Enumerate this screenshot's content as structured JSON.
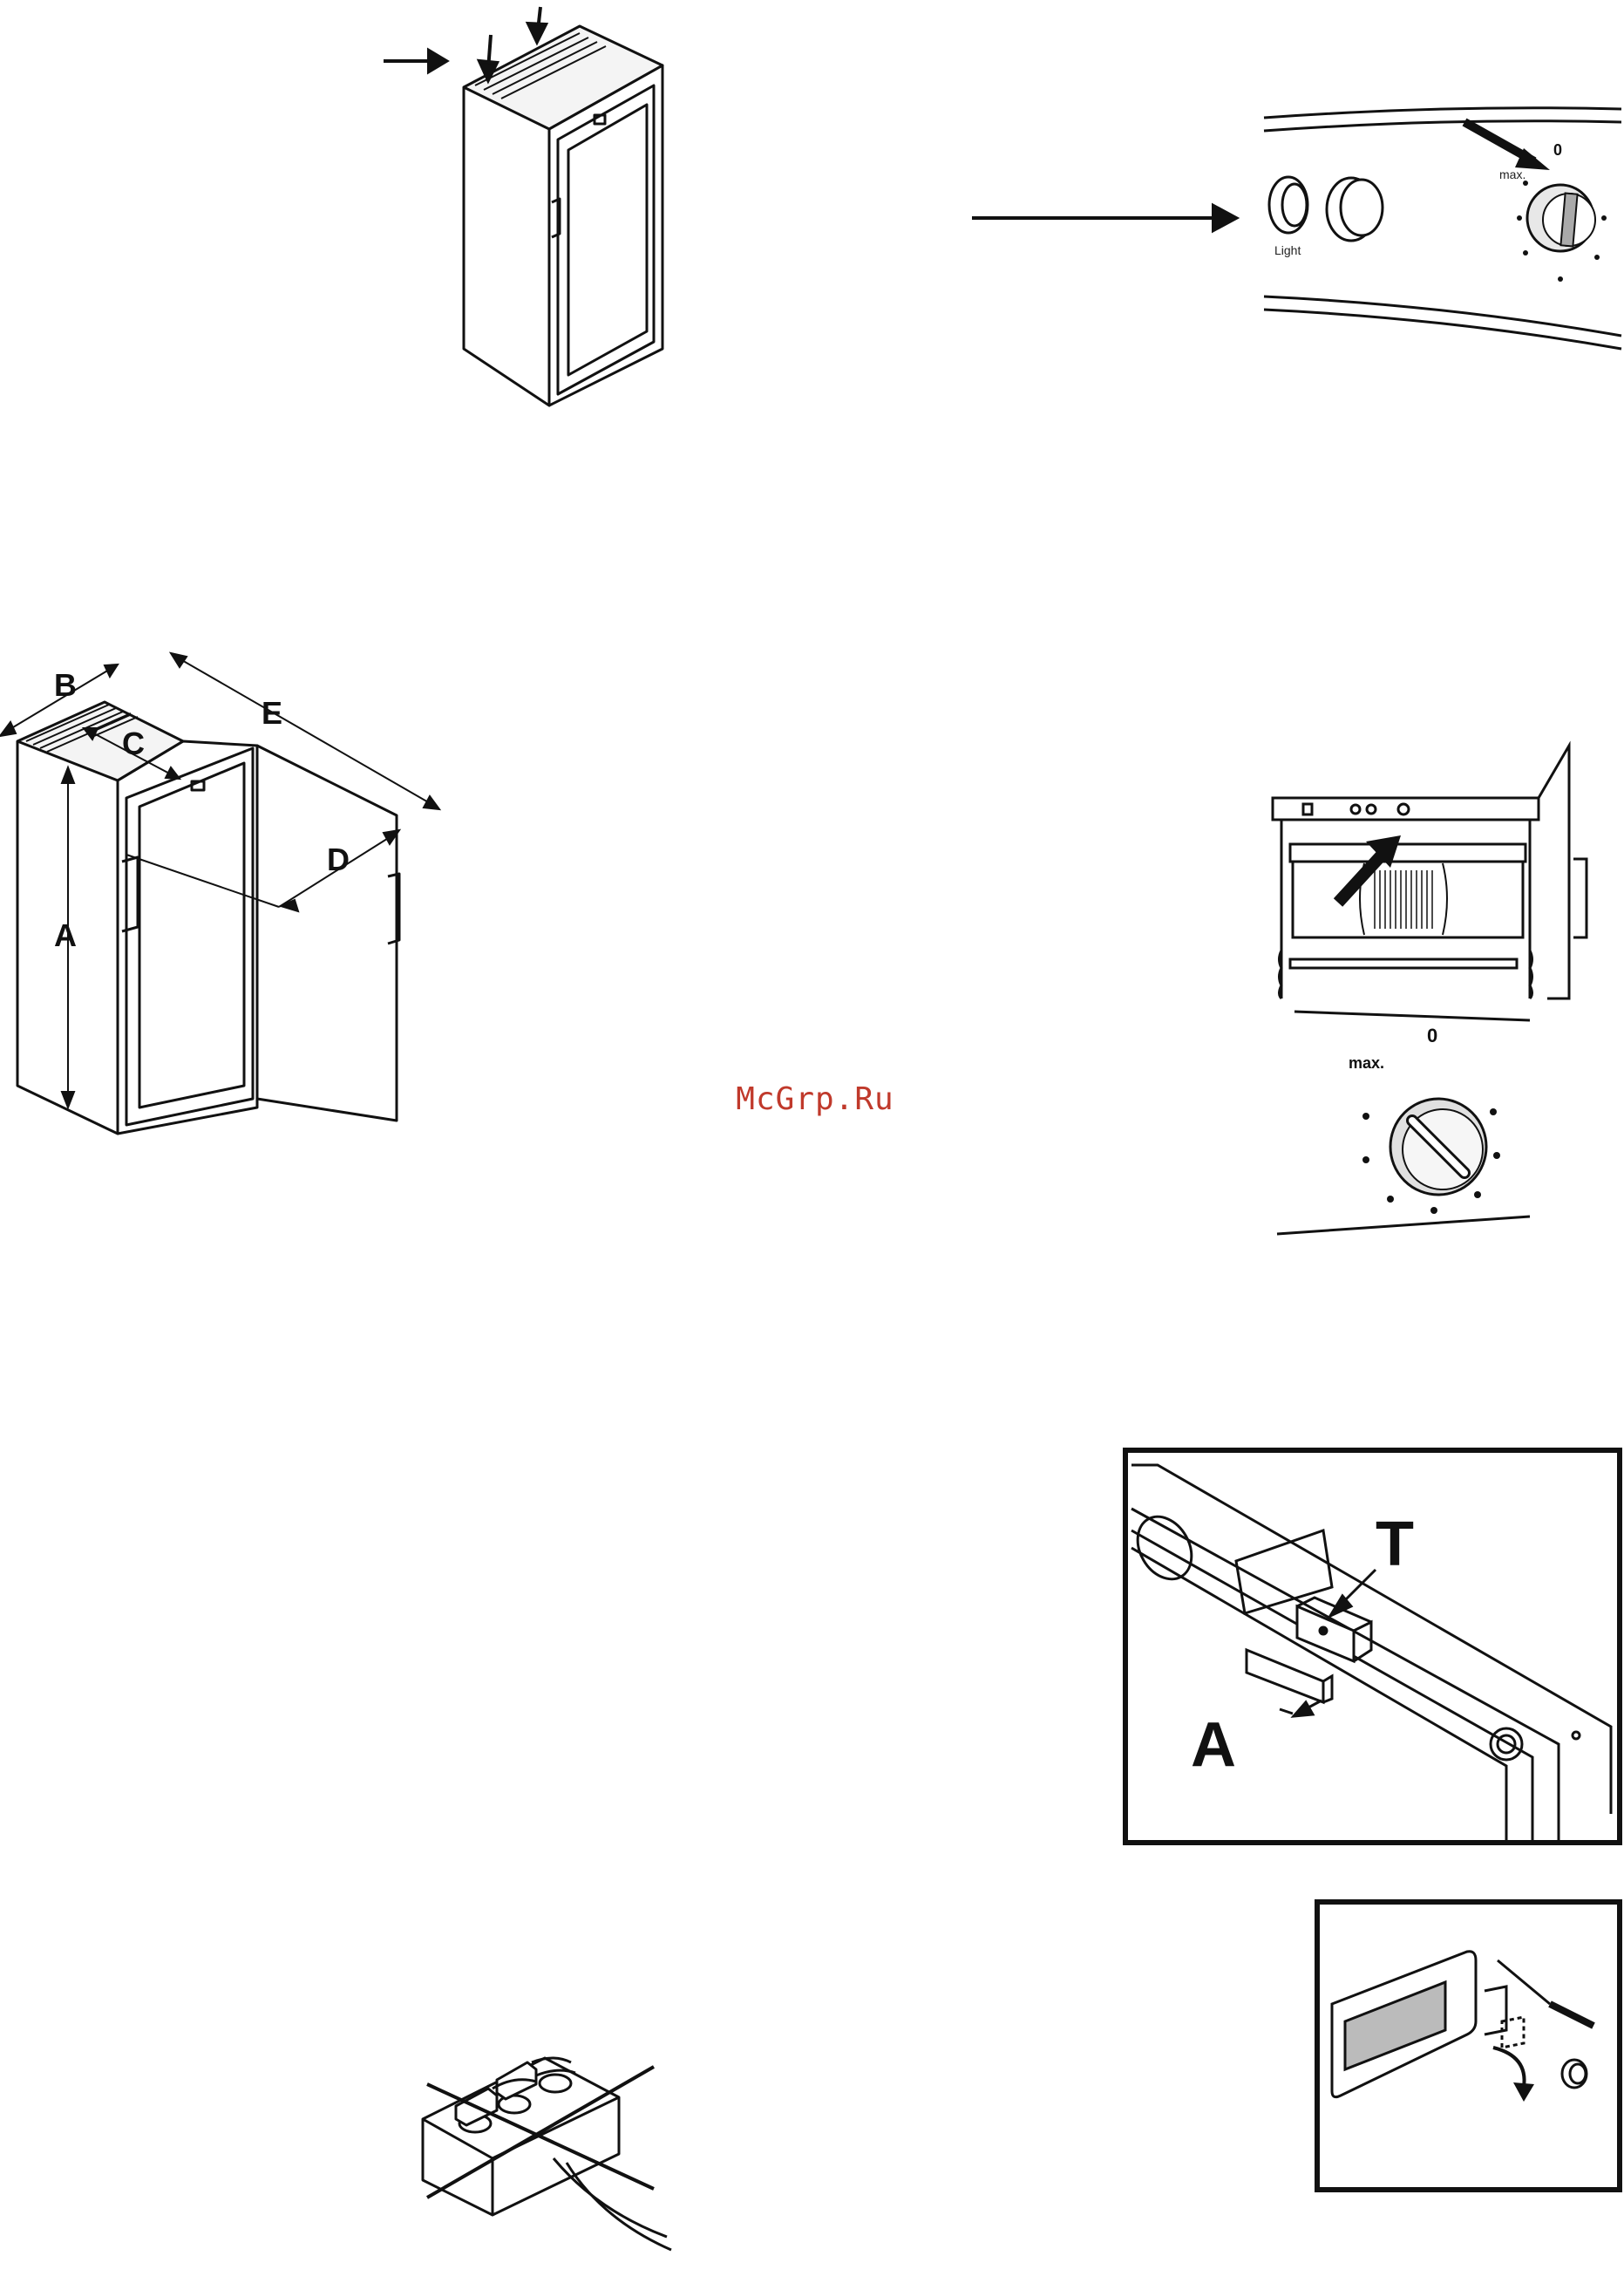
{
  "watermark": "McGrp.Ru",
  "fig_ventilation": {
    "name": "appliance-ventilation-figure"
  },
  "fig_control_panel": {
    "light_label": "Light",
    "dial_max_label": "max.",
    "dial_zero_label": "0"
  },
  "fig_dimensions": {
    "labels": {
      "a": "A",
      "b": "B",
      "c": "C",
      "d": "D",
      "e": "E"
    }
  },
  "fig_interior_dial": {
    "dial_max_label": "max.",
    "dial_zero_label": "0"
  },
  "fig_lock_parts": {
    "label_t": "T",
    "label_a": "A"
  },
  "fig_light_cover": {
    "name": "light-cover-removal-figure"
  },
  "fig_multi_socket": {
    "name": "no-multi-socket-figure"
  }
}
